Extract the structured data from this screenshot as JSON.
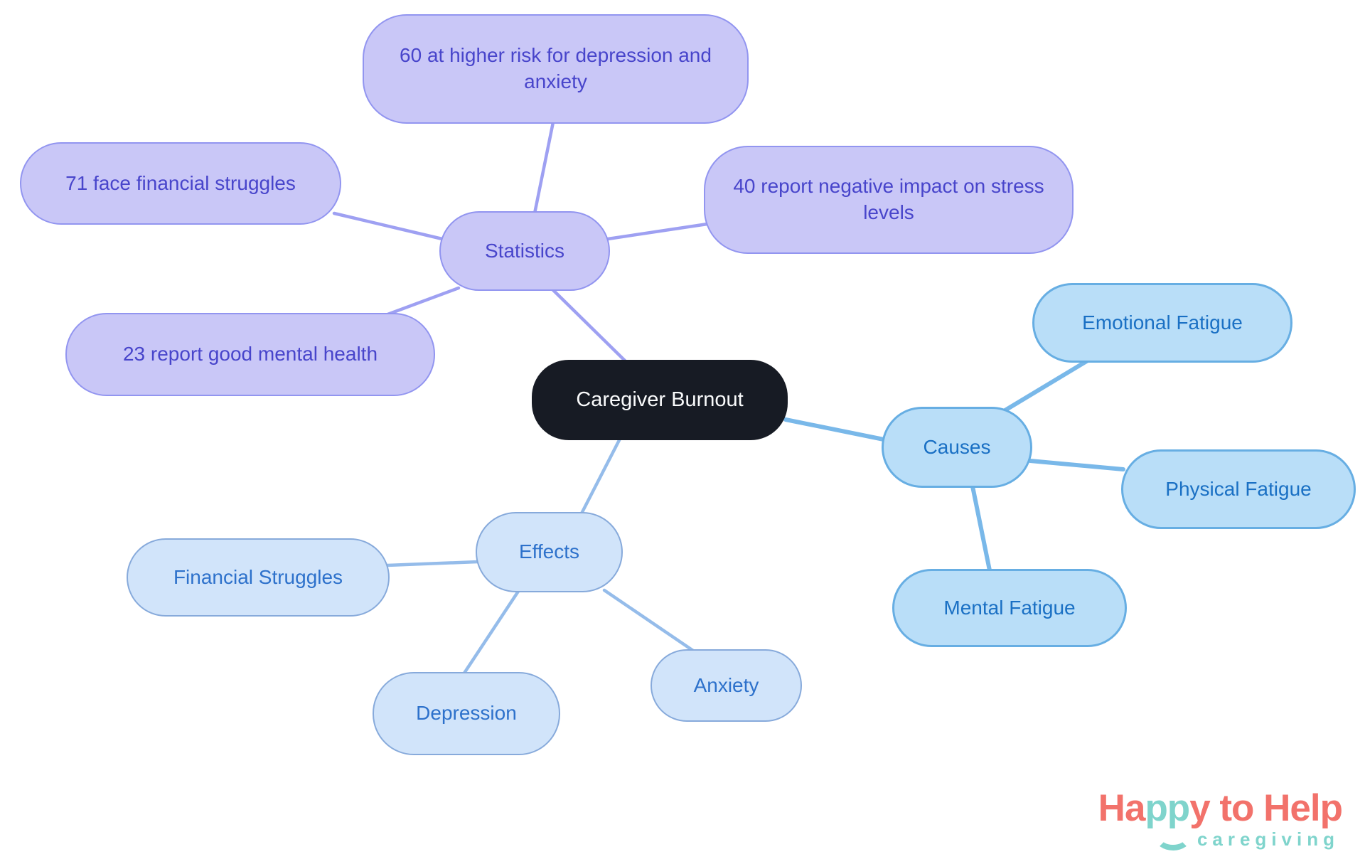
{
  "diagram": {
    "nodes": {
      "center": {
        "label": "Caregiver Burnout"
      },
      "statistics": {
        "label": "Statistics"
      },
      "stat_depression_anxiety": {
        "label": "60 at higher risk for depression and anxiety"
      },
      "stat_financial": {
        "label": "71 face financial struggles"
      },
      "stat_stress": {
        "label": "40 report negative impact on stress levels"
      },
      "stat_mental_health": {
        "label": "23 report good mental health"
      },
      "causes": {
        "label": "Causes"
      },
      "cause_emotional": {
        "label": "Emotional Fatigue"
      },
      "cause_physical": {
        "label": "Physical Fatigue"
      },
      "cause_mental": {
        "label": "Mental Fatigue"
      },
      "effects": {
        "label": "Effects"
      },
      "effect_financial": {
        "label": "Financial Struggles"
      },
      "effect_depression": {
        "label": "Depression"
      },
      "effect_anxiety": {
        "label": "Anxiety"
      }
    },
    "relations": [
      {
        "from": "Caregiver Burnout",
        "to": "Statistics"
      },
      {
        "from": "Statistics",
        "to": "60 at higher risk for depression and anxiety"
      },
      {
        "from": "Statistics",
        "to": "71 face financial struggles"
      },
      {
        "from": "Statistics",
        "to": "40 report negative impact on stress levels"
      },
      {
        "from": "Statistics",
        "to": "23 report good mental health"
      },
      {
        "from": "Caregiver Burnout",
        "to": "Causes"
      },
      {
        "from": "Causes",
        "to": "Emotional Fatigue"
      },
      {
        "from": "Causes",
        "to": "Physical Fatigue"
      },
      {
        "from": "Causes",
        "to": "Mental Fatigue"
      },
      {
        "from": "Caregiver Burnout",
        "to": "Effects"
      },
      {
        "from": "Effects",
        "to": "Financial Struggles"
      },
      {
        "from": "Effects",
        "to": "Depression"
      },
      {
        "from": "Effects",
        "to": "Anxiety"
      }
    ]
  },
  "logo": {
    "part1": "Ha",
    "part2": "pp",
    "part3": "y to Help",
    "subtitle": "caregiving"
  },
  "colors": {
    "center_bg": "#171B24",
    "center_text": "#FAFBFC",
    "stat_fill": "#C9C7F7",
    "stat_border": "#9295F0",
    "stat_text": "#4845CB",
    "stat_line": "#9EA0F2",
    "causes_fill": "#B9DEF8",
    "causes_border": "#67AEE3",
    "causes_text": "#1A70C4",
    "causes_line": "#79B8E9",
    "effects_fill": "#D1E4FA",
    "effects_border": "#87AADB",
    "effects_text": "#2D71CB",
    "effects_line": "#95BCEA",
    "logo_coral": "#F2726B",
    "logo_teal": "#7FD4CC"
  }
}
